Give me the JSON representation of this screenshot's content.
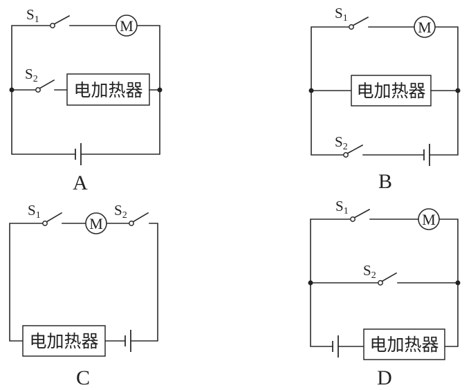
{
  "figure": {
    "description": "Four candidate circuit diagrams (A-D) each containing a motor M, an electric heater, two switches S1 and S2, and a battery",
    "components": {
      "motor_symbol": "M",
      "heater_label": "电加热器",
      "switch_1_letter": "S",
      "switch_1_sub": "1",
      "switch_2_letter": "S",
      "switch_2_sub": "2"
    },
    "options": [
      {
        "label": "A",
        "topology": "S1 in series with motor; S2 in series with heater; two branches in parallel across battery"
      },
      {
        "label": "B",
        "topology": "S1 in series with motor; heater in parallel with motor branch; S2 in main line with battery"
      },
      {
        "label": "C",
        "topology": "S1, motor, S2, heater and battery all in series"
      },
      {
        "label": "D",
        "topology": "S1 in series with motor; S2 in parallel branch; heater in main line with battery"
      }
    ]
  }
}
